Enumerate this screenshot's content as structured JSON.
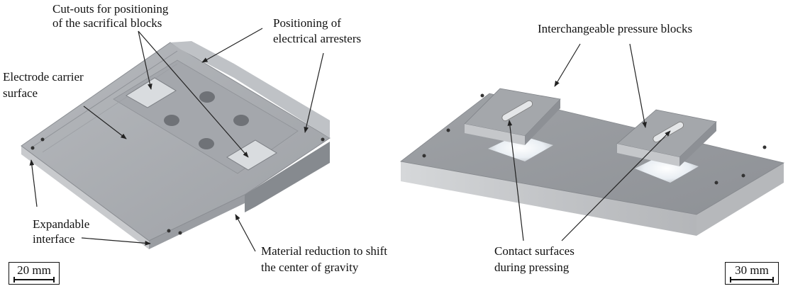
{
  "left_part": {
    "labels": {
      "cutouts_line1": "Cut-outs for positioning",
      "cutouts_line2": "of the sacrifical blocks",
      "arresters_line1": "Positioning of",
      "arresters_line2": "electrical arresters",
      "carrier_line1": "Electrode carrier",
      "carrier_line2": "surface",
      "interface_line1": "Expandable",
      "interface_line2": "interface",
      "material_line1": "Material reduction to shift",
      "material_line2": "the center of gravity"
    },
    "scale_bar": "20 mm"
  },
  "right_part": {
    "labels": {
      "pressure_blocks": "Interchangeable pressure blocks",
      "contact_line1": "Contact surfaces",
      "contact_line2": "during pressing"
    },
    "scale_bar": "30 mm"
  },
  "colors": {
    "plate_top": "#a9acb0",
    "plate_side": "#8d9095",
    "plate_front": "#c9cbce",
    "arrow": "#222222"
  }
}
